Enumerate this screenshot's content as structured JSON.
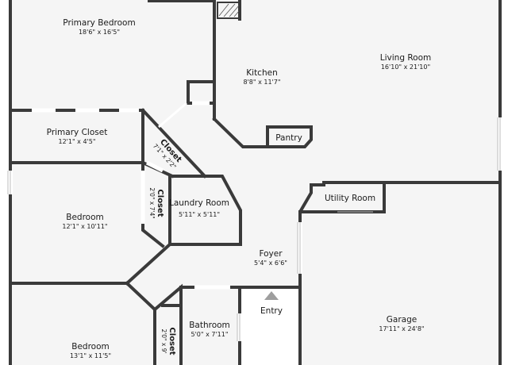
{
  "rooms": {
    "primary_bedroom": {
      "name": "Primary Bedroom",
      "dims": "18'6\" x 16'5\""
    },
    "kitchen": {
      "name": "Kitchen",
      "dims": "8'8\" x 11'7\""
    },
    "living_room": {
      "name": "Living Room",
      "dims": "16'10\" x 21'10\""
    },
    "primary_closet": {
      "name": "Primary Closet",
      "dims": "12'1\" x 4'5\""
    },
    "pantry": {
      "name": "Pantry"
    },
    "closet_diag": {
      "name": "Closet",
      "dims": "7'1\" x 2'2\""
    },
    "closet_vert_upper": {
      "name": "Closet",
      "dims": "2'0\" x 7'4\""
    },
    "laundry_room": {
      "name": "Laundry Room",
      "dims": "5'11\" x 5'11\""
    },
    "utility_room": {
      "name": "Utility Room"
    },
    "bedroom_1": {
      "name": "Bedroom",
      "dims": "12'1\" x 10'11\""
    },
    "foyer": {
      "name": "Foyer",
      "dims": "5'4\" x 6'6\""
    },
    "entry": {
      "name": "Entry"
    },
    "garage": {
      "name": "Garage",
      "dims": "17'11\" x 24'8\""
    },
    "bathroom": {
      "name": "Bathroom",
      "dims": "5'0\" x 7'11\""
    },
    "bedroom_2": {
      "name": "Bedroom",
      "dims": "13'1\" x 11'5\""
    },
    "closet_vert_lower": {
      "name": "Closet",
      "dims": "2'0\" x 9'"
    }
  },
  "colors": {
    "floor": "#f5f5f5",
    "wall": "#3a3a3a",
    "background": "#ffffff",
    "entry_arrow": "#9e9e9e"
  }
}
